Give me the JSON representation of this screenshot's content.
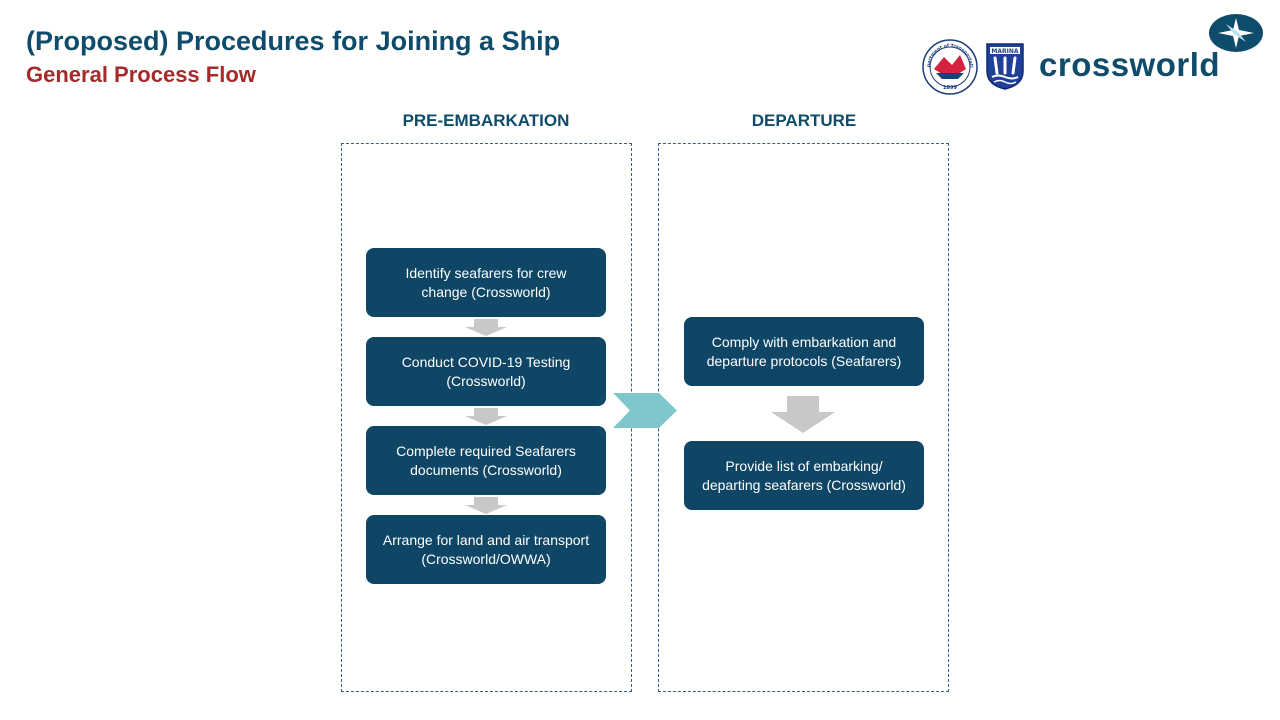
{
  "slide": {
    "title": "(Proposed) Procedures for Joining a Ship",
    "subtitle": "General Process Flow"
  },
  "logos": {
    "brand_name": "crossworld",
    "dotr_seal_text": "Department of Transportation",
    "dotr_seal_year": "1899",
    "marina_label": "MARINA",
    "compass_icon": "compass-rose-icon"
  },
  "columns": [
    {
      "header": "PRE-EMBARKATION",
      "steps": [
        "Identify seafarers for crew change (Crossworld)",
        "Conduct COVID-19 Testing (Crossworld)",
        "Complete required Seafarers documents (Crossworld)",
        "Arrange for land and air transport (Crossworld/OWWA)"
      ]
    },
    {
      "header": "DEPARTURE",
      "steps": [
        "Comply with embarkation and departure protocols (Seafarers)",
        "Provide list of embarking/ departing seafarers (Crossworld)"
      ]
    }
  ],
  "colors": {
    "title": "#0f4c6b",
    "subtitle": "#a52a2a",
    "step_fill": "#0f4565",
    "arrow_gray": "#c8c8c8",
    "chevron_teal": "#7ec8cb",
    "border": "#2e5f86"
  }
}
